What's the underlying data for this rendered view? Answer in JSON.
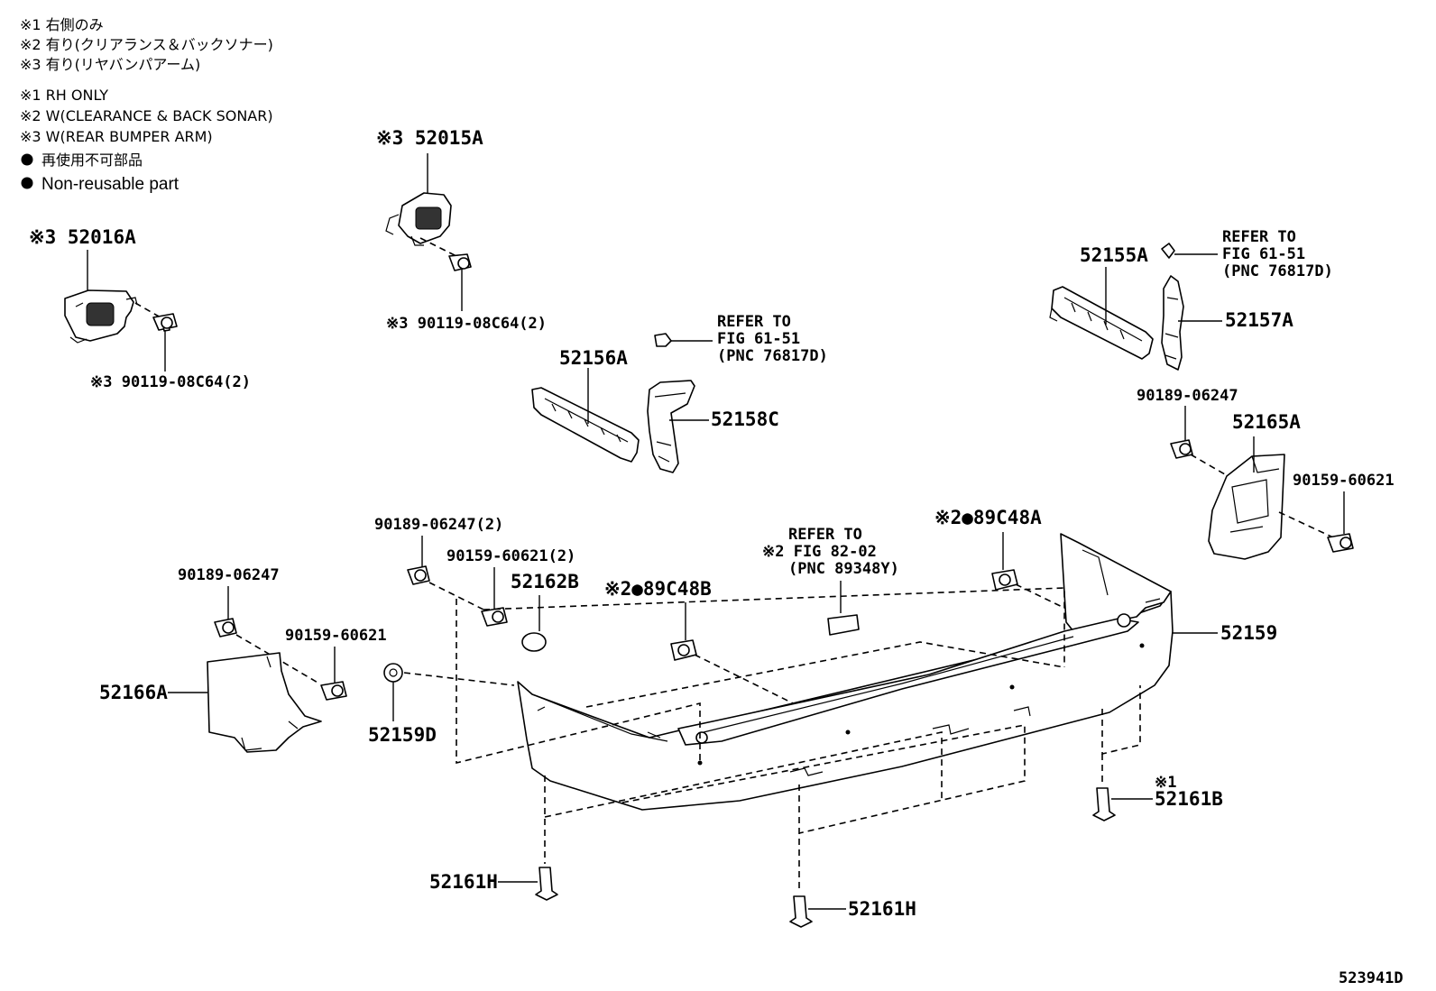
{
  "legend": {
    "jp1": "※1 右側のみ",
    "jp2": "※2 有り(クリアランス＆バックソナー)",
    "jp3": "※3 有り(リヤバンパアーム)",
    "en1": "※1 RH ONLY",
    "en2": "※2 W(CLEARANCE & BACK SONAR)",
    "en3": "※3 W(REAR BUMPER ARM)",
    "jp_nonreusable": "再使用不可部品",
    "en_nonreusable": "Non-reusable part"
  },
  "labels": {
    "l_52015A": "※3 52015A",
    "l_52016A": "※3 52016A",
    "l_90119_a": "※3 90119-08C64(2)",
    "l_90119_b": "※3 90119-08C64(2)",
    "l_52156A": "52156A",
    "l_52158C": "52158C",
    "l_refer_mid_1": "REFER TO",
    "l_refer_mid_2": "FIG 61-51",
    "l_refer_mid_3": "(PNC 76817D)",
    "l_52155A": "52155A",
    "l_refer_right_1": "REFER TO",
    "l_refer_right_2": "FIG 61-51",
    "l_refer_right_3": "(PNC 76817D)",
    "l_52157A": "52157A",
    "l_90189_right": "90189-06247",
    "l_52165A": "52165A",
    "l_90159_right": "90159-60621",
    "l_90189_2": "90189-06247(2)",
    "l_90159_2": "90159-60621(2)",
    "l_52162B": "52162B",
    "l_89C48B": "※2●89C48B",
    "l_refer_sonar_1": "REFER TO",
    "l_refer_sonar_2": "※2 FIG 82-02",
    "l_refer_sonar_3": "(PNC 89348Y)",
    "l_89C48A": "※2●89C48A",
    "l_90189_left": "90189-06247",
    "l_90159_left": "90159-60621",
    "l_52166A": "52166A",
    "l_52159D": "52159D",
    "l_52159": "52159",
    "l_52161B_note": "※1",
    "l_52161B": "52161B",
    "l_52161H_left": "52161H",
    "l_52161H_bottom": "52161H",
    "figure_code": "523941D"
  }
}
